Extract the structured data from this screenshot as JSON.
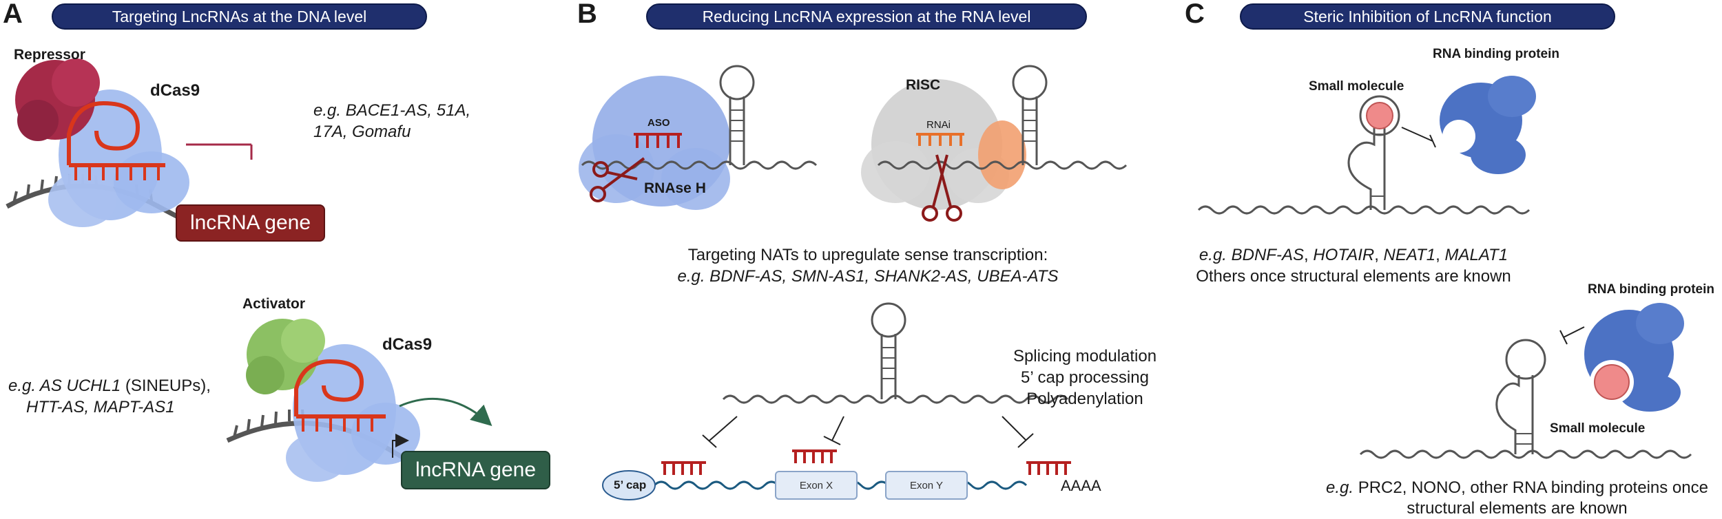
{
  "panel_a": {
    "letter": "A",
    "banner": "Targeting LncRNAs at the DNA level",
    "repressor_label": "Repressor",
    "dcas9_label_top": "dCas9",
    "example_top_1": "e.g. BACE1-AS, 51A,",
    "example_top_2": "17A, Gomafu",
    "gene_top": "lncRNA gene",
    "activator_label": "Activator",
    "dcas9_label_bottom": "dCas9",
    "example_bottom_1a": "e.g. AS UCHL1",
    "example_bottom_1b": " (SINEUPs),",
    "example_bottom_2": "HTT-AS, MAPT-AS1",
    "gene_bottom": "lncRNA gene"
  },
  "panel_b": {
    "letter": "B",
    "banner": "Reducing LncRNA expression at the RNA level",
    "aso_label": "ASO",
    "rnase_label": "RNAse H",
    "risc_label": "RISC",
    "rnai_label": "RNAi",
    "nat_line1": "Targeting NATs to upregulate sense transcription:",
    "nat_line2": "e.g. BDNF-AS, SMN-AS1, SHANK2-AS, UBEA-ATS",
    "mod_line1": "Splicing modulation",
    "mod_line2": "5’ cap processing",
    "mod_line3": "Polyadenylation",
    "cap_label": "5’ cap",
    "exon_x": "Exon X",
    "exon_y": "Exon Y",
    "polya": "AAAA"
  },
  "panel_c": {
    "letter": "C",
    "banner": "Steric Inhibition of LncRNA function",
    "rbp_top": "RNA binding protein",
    "small_molecule_top": "Small molecule",
    "example_top_1a": "e.g. ",
    "example_top_1b": "BDNF-AS",
    "example_top_1c": ", ",
    "example_top_1d": "HOTAIR",
    "example_top_1e": ", ",
    "example_top_1f": "NEAT1",
    "example_top_1g": ", ",
    "example_top_1h": "MALAT1",
    "example_top_2": "Others once structural elements are known",
    "rbp_bottom": "RNA binding protein",
    "small_molecule_bottom": "Small molecule",
    "example_bottom_1a": "e.g.",
    "example_bottom_1b": " PRC2, NONO, other RNA binding proteins once",
    "example_bottom_2": "structural elements are known"
  },
  "colors": {
    "banner": "#1f2f6d",
    "repressor": "#a52a48",
    "activator": "#8cc063",
    "dcas9": "#9fb9ee",
    "guide_rna": "#d9361b",
    "gene_top": "#8b2323",
    "gene_bottom": "#2f5e48",
    "rbp": "#4c72c4",
    "small_molecule": "#ef8a8a"
  }
}
